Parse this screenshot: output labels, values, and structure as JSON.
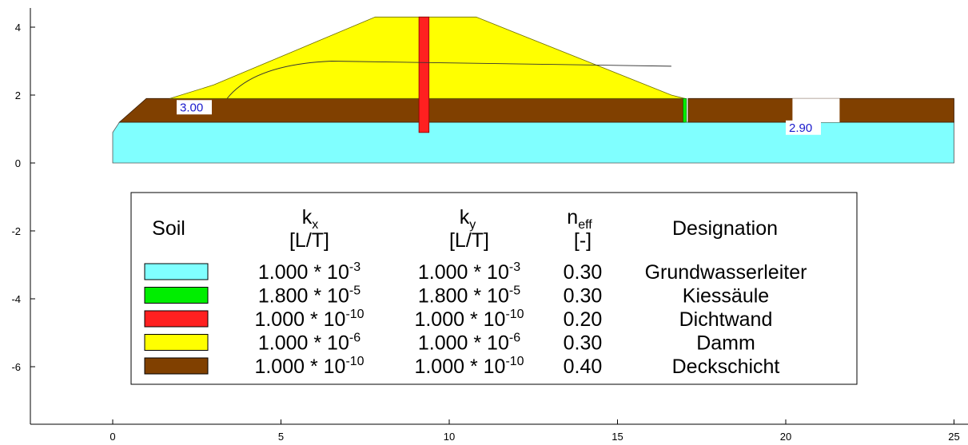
{
  "chart_data": {
    "type": "cross-section",
    "xlim": [
      -2.5,
      25.2
    ],
    "ylim": [
      -7.8,
      4.6
    ],
    "x_ticks": [
      0,
      5,
      10,
      15,
      20,
      25
    ],
    "y_ticks": [
      4,
      2,
      0,
      -2,
      -4,
      -6
    ],
    "soils": [
      {
        "name": "Grundwasserleiter",
        "color": "#80ffff",
        "kx_mant": "1.000",
        "kx_exp": "-3",
        "ky_mant": "1.000",
        "ky_exp": "-3",
        "neff": "0.30"
      },
      {
        "name": "Kiessäule",
        "color": "#00ee00",
        "kx_mant": "1.800",
        "kx_exp": "-5",
        "ky_mant": "1.800",
        "ky_exp": "-5",
        "neff": "0.30"
      },
      {
        "name": "Dichtwand",
        "color": "#ff2020",
        "kx_mant": "1.000",
        "kx_exp": "-10",
        "ky_mant": "1.000",
        "ky_exp": "-10",
        "neff": "0.20"
      },
      {
        "name": "Damm",
        "color": "#ffff00",
        "kx_mant": "1.000",
        "kx_exp": "-6",
        "ky_mant": "1.000",
        "ky_exp": "-6",
        "neff": "0.30"
      },
      {
        "name": "Deckschicht",
        "color": "#804000",
        "kx_mant": "1.000",
        "kx_exp": "-10",
        "ky_mant": "1.000",
        "ky_exp": "-10",
        "neff": "0.40"
      }
    ],
    "geometry": {
      "aquifer": [
        [
          0,
          0
        ],
        [
          25,
          0
        ],
        [
          25,
          1.2
        ],
        [
          0.2,
          1.2
        ],
        [
          0,
          0.9
        ]
      ],
      "cover_left": [
        [
          0.2,
          1.2
        ],
        [
          17,
          1.2
        ],
        [
          17,
          1.9
        ],
        [
          1.0,
          1.9
        ]
      ],
      "cover_right": [
        [
          17.1,
          1.2
        ],
        [
          25,
          1.2
        ],
        [
          25,
          1.9
        ],
        [
          17.1,
          1.9
        ]
      ],
      "dam": [
        [
          1.7,
          1.9
        ],
        [
          3.0,
          2.3
        ],
        [
          7.8,
          4.3
        ],
        [
          10.8,
          4.3
        ],
        [
          16.6,
          2.0
        ],
        [
          17.0,
          1.9
        ]
      ],
      "cutoff_wall": [
        [
          9.1,
          0.9
        ],
        [
          9.4,
          0.9
        ],
        [
          9.4,
          4.3
        ],
        [
          9.1,
          4.3
        ]
      ],
      "gravel_column": [
        [
          16.95,
          1.2
        ],
        [
          17.05,
          1.2
        ],
        [
          17.05,
          1.9
        ],
        [
          16.95,
          1.9
        ]
      ],
      "ditch": [
        [
          20.2,
          1.2
        ],
        [
          21.6,
          1.2
        ],
        [
          21.6,
          1.9
        ],
        [
          20.2,
          1.9
        ]
      ]
    },
    "groundwater_labels": [
      {
        "text": "3.00",
        "x": 1.9,
        "y": 1.9
      },
      {
        "text": "2.90",
        "x": 20.0,
        "y": 1.3
      }
    ]
  },
  "legend": {
    "head_soil": "Soil",
    "head_kx": "k",
    "head_kx_sub": "x",
    "head_ky": "k",
    "head_ky_sub": "y",
    "head_neff": "n",
    "head_neff_sub": "eff",
    "unit_kx": "[L/T]",
    "unit_ky": "[L/T]",
    "unit_neff": "[-]",
    "head_designation": "Designation",
    "times_ten": "* 10"
  }
}
